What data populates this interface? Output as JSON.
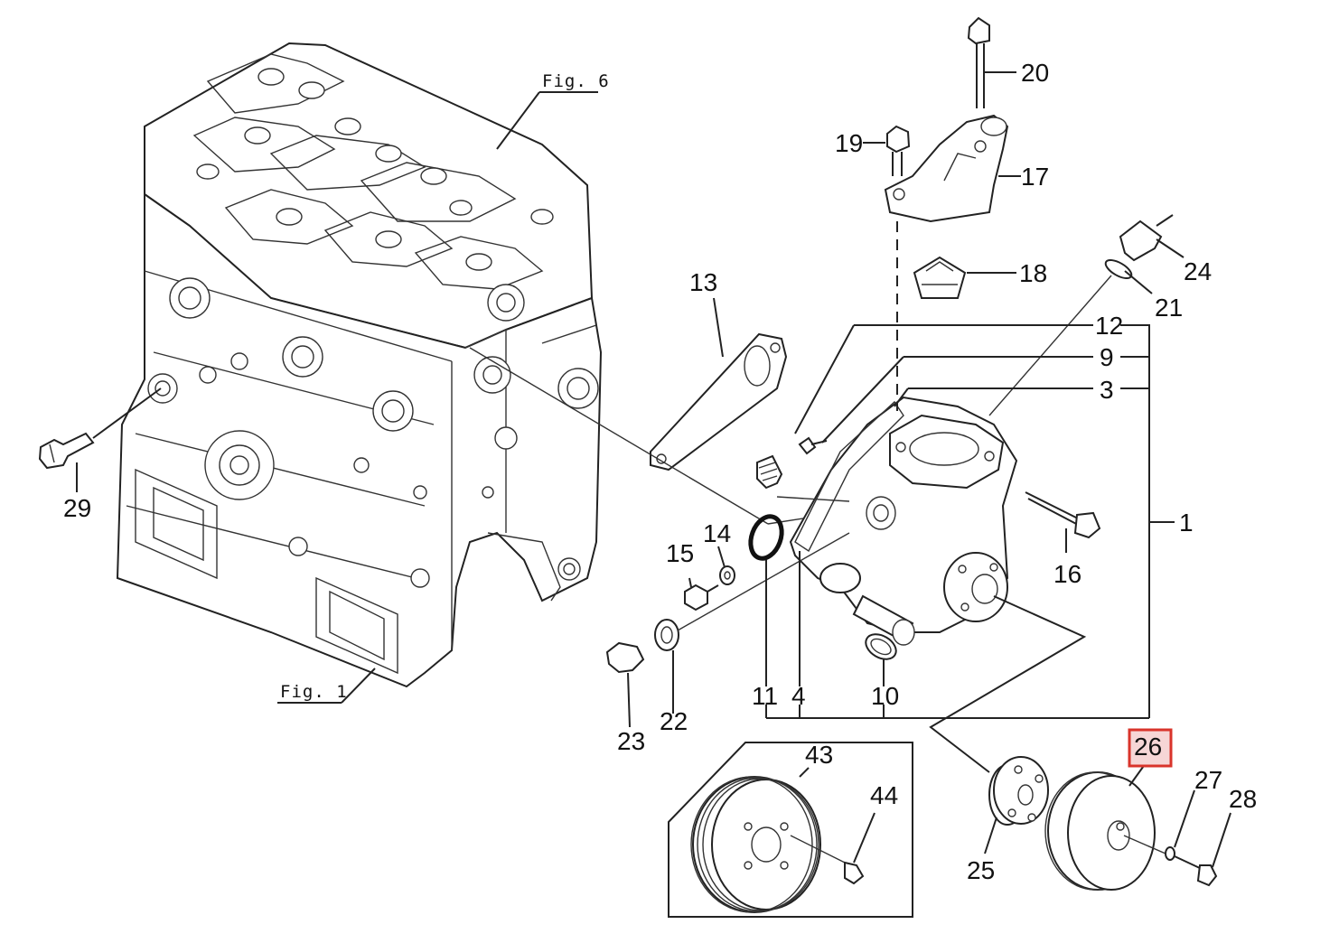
{
  "diagram": {
    "fig_refs": [
      {
        "id": "fig6",
        "label": "Fig. 6"
      },
      {
        "id": "fig1",
        "label": "Fig. 1"
      }
    ],
    "parts": {
      "p1": "1",
      "p3": "3",
      "p4": "4",
      "p9": "9",
      "p10": "10",
      "p11": "11",
      "p12": "12",
      "p13": "13",
      "p14": "14",
      "p15": "15",
      "p16": "16",
      "p17": "17",
      "p18": "18",
      "p19": "19",
      "p20": "20",
      "p21": "21",
      "p22": "22",
      "p23": "23",
      "p24": "24",
      "p25": "25",
      "p26": "26",
      "p27": "27",
      "p28": "28",
      "p29": "29",
      "p43": "43",
      "p44": "44"
    },
    "highlighted_part": "26",
    "highlight_color": "#d9342b"
  }
}
